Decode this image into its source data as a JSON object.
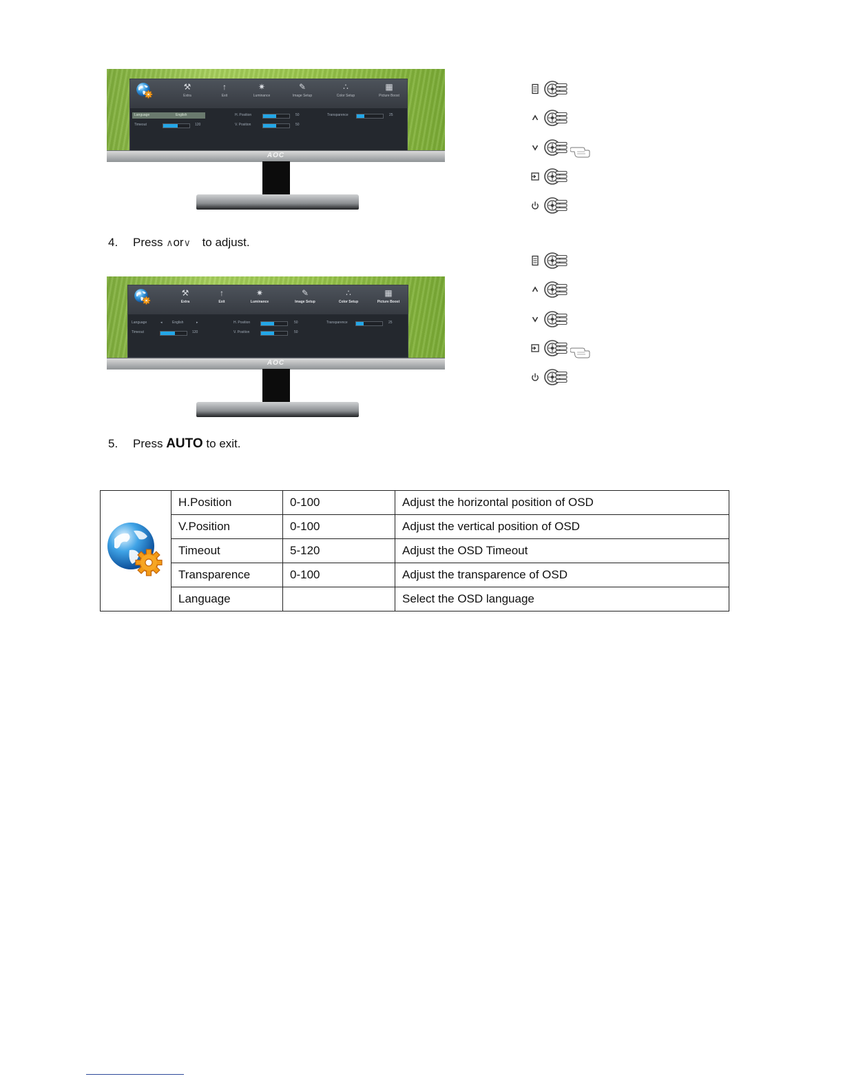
{
  "osd": {
    "icons": [
      {
        "glyph": "⚒",
        "label": "Extra"
      },
      {
        "glyph": "↑",
        "label": "Exit"
      },
      {
        "glyph": "✷",
        "label": "Luminance"
      },
      {
        "glyph": "✎",
        "label": "Image Setup"
      },
      {
        "glyph": "∴",
        "label": "Color Setup"
      },
      {
        "glyph": "▦",
        "label": "Picture Boost"
      }
    ],
    "rows": {
      "language": "Language",
      "language_value": "English",
      "timeout": "Timeout",
      "timeout_value": "120",
      "h_position": "H. Position",
      "h_position_value": "50",
      "v_position": "V. Position",
      "v_position_value": "50",
      "transparence": "Transparence",
      "transparence_value": "25"
    },
    "levels": {
      "timeout": 0.55,
      "h_position": 0.5,
      "v_position": 0.5,
      "transparence": 0.3
    },
    "brand": "AOC",
    "accent": "#23a7e8"
  },
  "buttons": {
    "icons": [
      "menu-icon",
      "up-icon",
      "down-icon",
      "source-icon",
      "power-icon"
    ],
    "pressed_first": "down",
    "pressed_second": "source"
  },
  "steps": {
    "step4": {
      "number": "4.",
      "press": "Press",
      "up": "∧",
      "or": "or",
      "down": "∨",
      "rest": "to adjust."
    },
    "step5": {
      "number": "5.",
      "press": "Press",
      "key": "AUTO",
      "rest": "to exit."
    }
  },
  "table": {
    "rows": [
      {
        "name": "H.Position",
        "range": "0-100",
        "desc": "Adjust the horizontal position of OSD"
      },
      {
        "name": "V.Position",
        "range": "0-100",
        "desc": "Adjust the vertical position of OSD"
      },
      {
        "name": "Timeout",
        "range": "5-120",
        "desc": "Adjust the OSD Timeout"
      },
      {
        "name": "Transparence",
        "range": "0-100",
        "desc": "Adjust the transparence of OSD"
      },
      {
        "name": "Language",
        "range": "",
        "desc": "Select the OSD language"
      }
    ]
  }
}
